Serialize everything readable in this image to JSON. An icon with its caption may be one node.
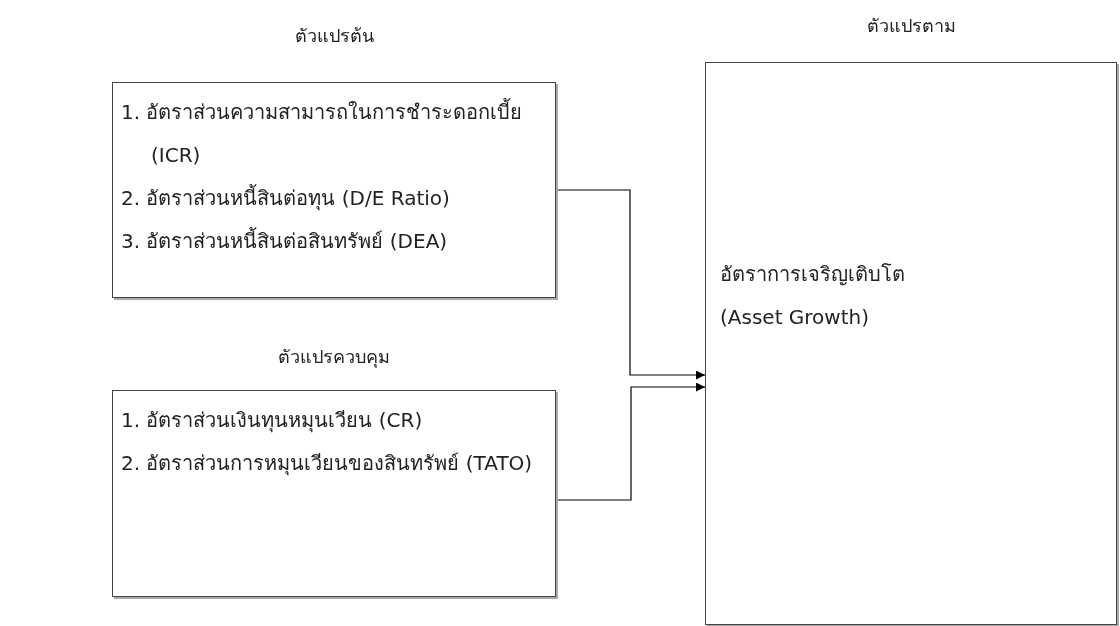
{
  "diagram": {
    "nodes": [
      {
        "text": [
          "ตัวแปรต้น",
          "1. อัตราส่วนความสามารถในการชำระดอกเบี้ย (ICR)",
          "2. อัตราส่วนหนี้สินต่อทุน (D/E Ratio)",
          "3. อัตราส่วนหนี้สินต่อสินทรัพย์ (DEA)"
        ]
      },
      {
        "text": [
          "ตัวแปรควบคุม",
          "1. อัตราส่วนเงินทุนหมุนเวียน (CR)",
          "2. อัตราส่วนการหมุนเวียนของสินทรัพย์ (TATO)"
        ]
      },
      {
        "text": [
          "ตัวแปรตาม",
          "อัตราการเจริญเติบโต (Asset Growth)"
        ]
      }
    ],
    "edges": [
      {
        "from": 0,
        "to": 2,
        "arrow": "to"
      },
      {
        "from": 1,
        "to": 2,
        "arrow": "to"
      }
    ]
  }
}
